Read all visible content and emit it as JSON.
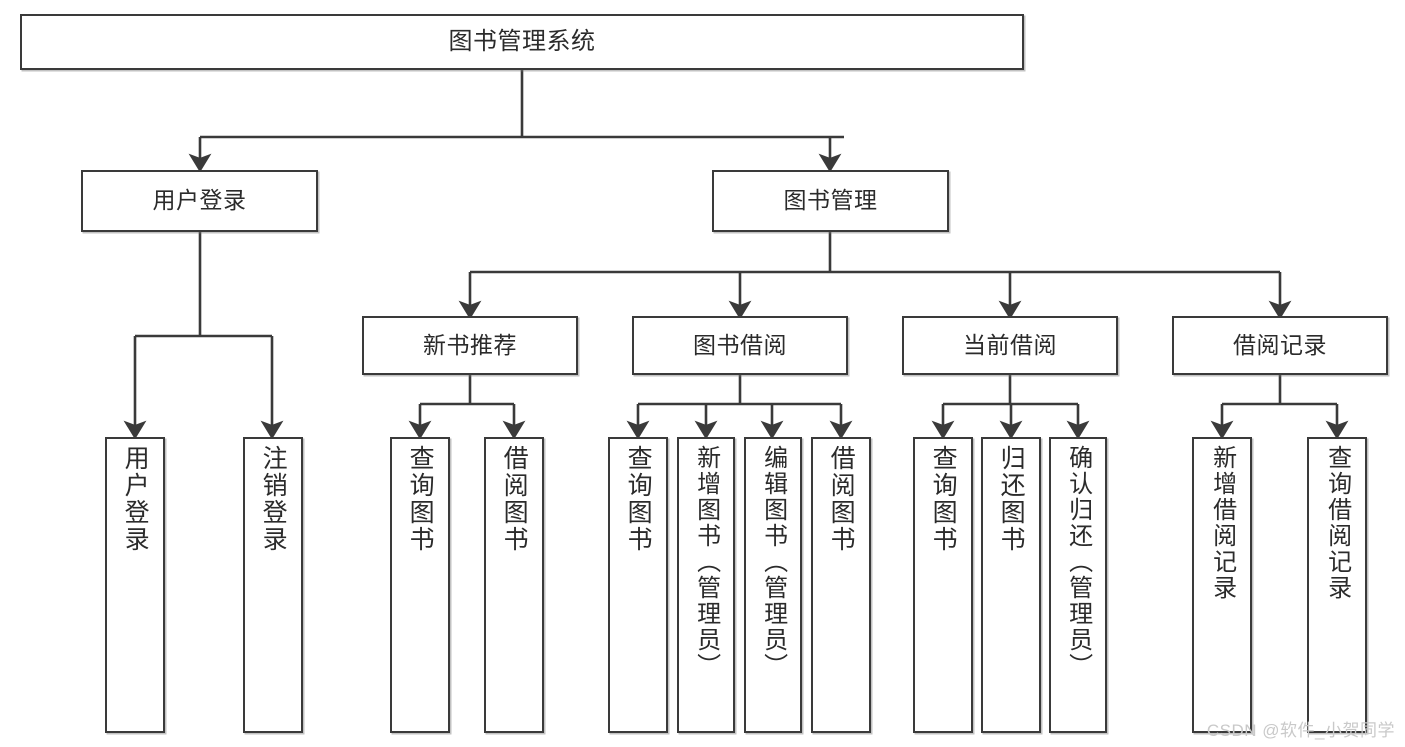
{
  "diagram": {
    "title": "图书管理系统",
    "type": "hierarchy-tree",
    "watermark": "CSDN @软件_小贺同学",
    "colors": {
      "background": "#ffffff",
      "box_border": "#3a3a3a",
      "box_fill": "#ffffff",
      "text": "#2b2b2b",
      "edge": "#3a3a3a",
      "watermark": "#c9c9c9"
    },
    "levels": {
      "level1": [
        {
          "id": "root",
          "label": "图书管理系统"
        }
      ],
      "level2": [
        {
          "id": "user-login",
          "label": "用户登录"
        },
        {
          "id": "book-manage",
          "label": "图书管理"
        }
      ],
      "level3": [
        {
          "id": "new-book-rec",
          "label": "新书推荐"
        },
        {
          "id": "book-borrow",
          "label": "图书借阅"
        },
        {
          "id": "current-borrow",
          "label": "当前借阅"
        },
        {
          "id": "borrow-record",
          "label": "借阅记录"
        }
      ],
      "level4": [
        {
          "id": "leaf-user-login",
          "label": "用户登录",
          "parent": "user-login"
        },
        {
          "id": "leaf-logout-login",
          "label": "注销登录",
          "parent": "user-login"
        },
        {
          "id": "leaf-query-book-1",
          "label": "查询图书",
          "parent": "new-book-rec"
        },
        {
          "id": "leaf-borrow-book-1",
          "label": "借阅图书",
          "parent": "new-book-rec"
        },
        {
          "id": "leaf-query-book-2",
          "label": "查询图书",
          "parent": "book-borrow"
        },
        {
          "id": "leaf-add-book",
          "label": "新增图书（管理员）",
          "parent": "book-borrow"
        },
        {
          "id": "leaf-edit-book",
          "label": "编辑图书（管理员）",
          "parent": "book-borrow"
        },
        {
          "id": "leaf-borrow-book-2",
          "label": "借阅图书",
          "parent": "book-borrow"
        },
        {
          "id": "leaf-query-book-3",
          "label": "查询图书",
          "parent": "current-borrow"
        },
        {
          "id": "leaf-return-book",
          "label": "归还图书",
          "parent": "current-borrow"
        },
        {
          "id": "leaf-confirm-return",
          "label": "确认归还（管理员）",
          "parent": "current-borrow"
        },
        {
          "id": "leaf-add-record",
          "label": "新增借阅记录",
          "parent": "borrow-record"
        },
        {
          "id": "leaf-query-record",
          "label": "查询借阅记录",
          "parent": "borrow-record"
        }
      ]
    }
  }
}
